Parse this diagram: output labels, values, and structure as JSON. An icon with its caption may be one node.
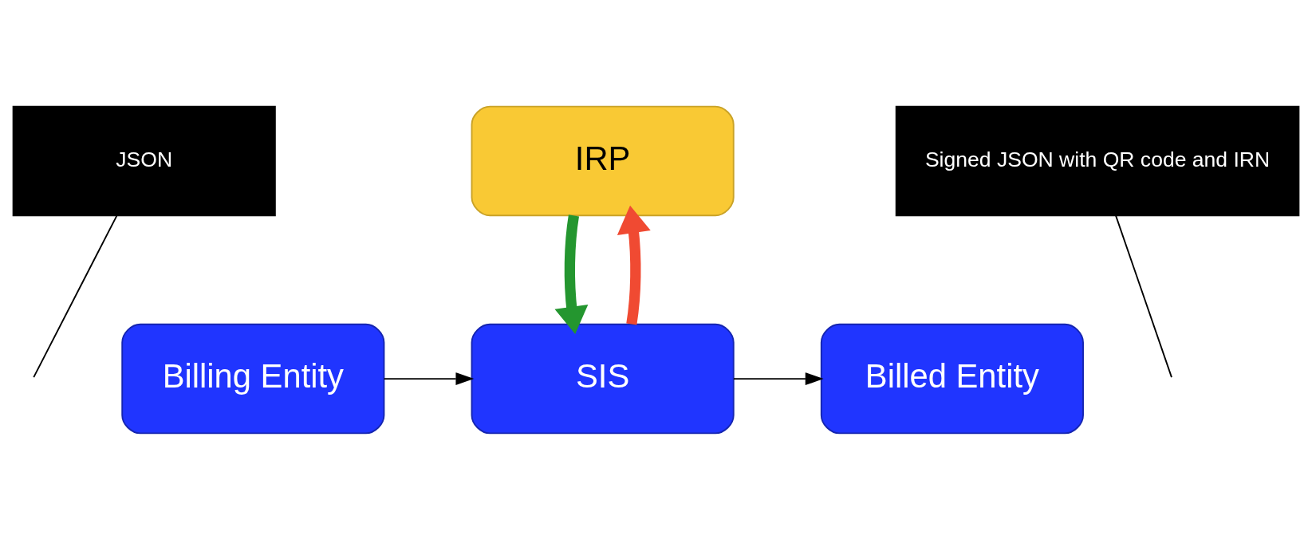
{
  "diagram": {
    "nodes": [
      {
        "text": [
          "IRP"
        ]
      },
      {
        "text": [
          "JSON"
        ]
      },
      {
        "text": [
          "Signed JSON with QR code and IRN"
        ]
      },
      {
        "text": [
          "Billing Entity"
        ]
      },
      {
        "text": [
          "SIS"
        ]
      },
      {
        "text": [
          "Billed Entity"
        ]
      }
    ],
    "edges": [
      {
        "from": 3,
        "to": 4,
        "arrow": "to"
      },
      {
        "from": 4,
        "to": 5,
        "arrow": "to"
      },
      {
        "from": 4,
        "to": 0,
        "arrow": "to",
        "style": "thick",
        "color": "#f04a32"
      },
      {
        "from": 0,
        "to": 4,
        "arrow": "to",
        "style": "thick",
        "color": "#24962f"
      },
      {
        "from": 1,
        "to": null,
        "arrow": "none"
      },
      {
        "from": 2,
        "to": null,
        "arrow": "none"
      }
    ]
  }
}
